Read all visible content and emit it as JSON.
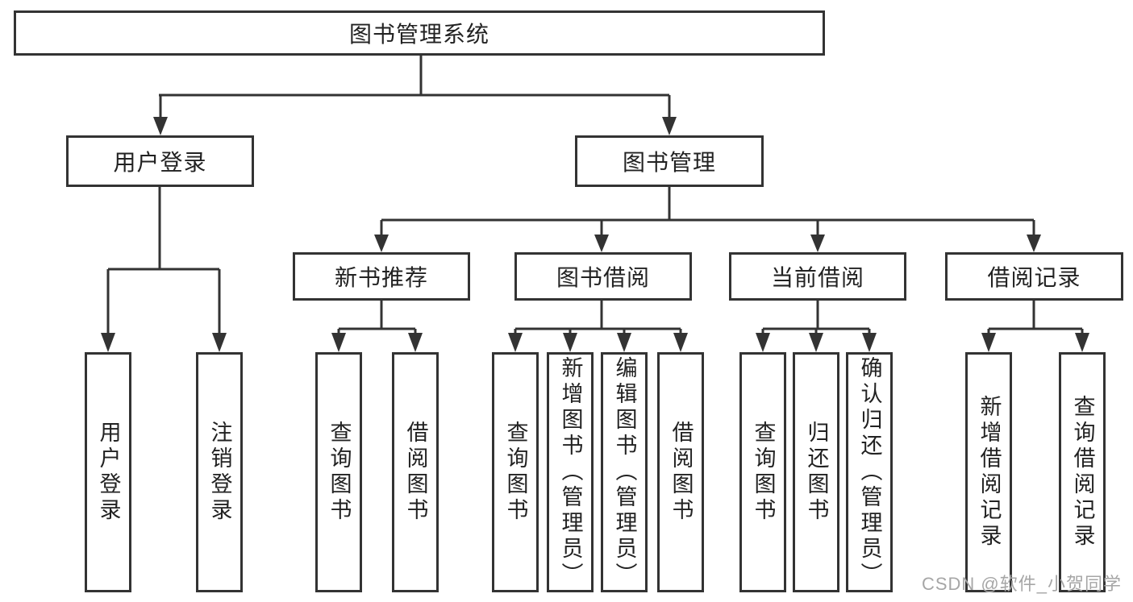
{
  "diagram": {
    "root": {
      "label": "图书管理系统"
    },
    "level2": [
      {
        "label": "用户登录"
      },
      {
        "label": "图书管理"
      }
    ],
    "level3": [
      {
        "label": "新书推荐"
      },
      {
        "label": "图书借阅"
      },
      {
        "label": "当前借阅"
      },
      {
        "label": "借阅记录"
      }
    ],
    "leaves": {
      "user_login": [
        "用户登录",
        "注销登录"
      ],
      "new_book_recommend": [
        "查询图书",
        "借阅图书"
      ],
      "book_borrow": [
        "查询图书",
        "新增图书（管理员）",
        "编辑图书（管理员）",
        "借阅图书"
      ],
      "current_borrow": [
        "查询图书",
        "归还图书",
        "确认归还（管理员）"
      ],
      "borrow_record": [
        "新增借阅记录",
        "查询借阅记录"
      ]
    }
  },
  "watermark": "CSDN @软件_小贺同学",
  "colors": {
    "line": "#333333",
    "text": "#222222",
    "background": "#ffffff",
    "watermark": "#a6a6a6"
  }
}
